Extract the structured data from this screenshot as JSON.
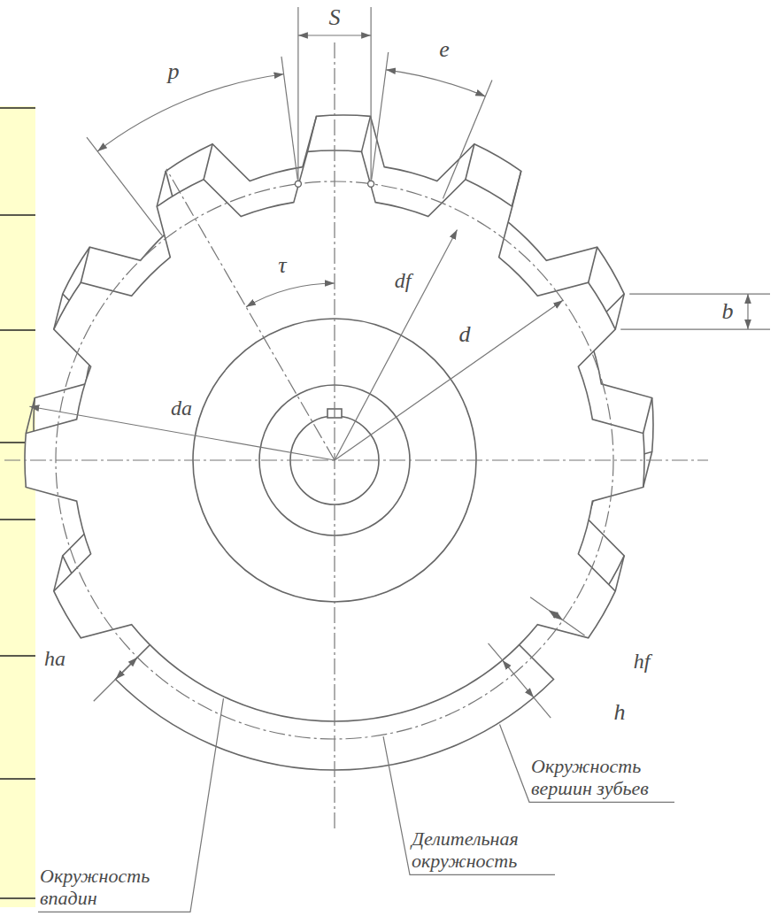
{
  "diagram": {
    "labels": [
      "S",
      "e",
      "p",
      "τ",
      "df",
      "d",
      "da",
      "b",
      "hf",
      "ha",
      "h",
      "Окружность вершин зубьев",
      "Делительная окружность",
      "Окружность впадин"
    ]
  }
}
